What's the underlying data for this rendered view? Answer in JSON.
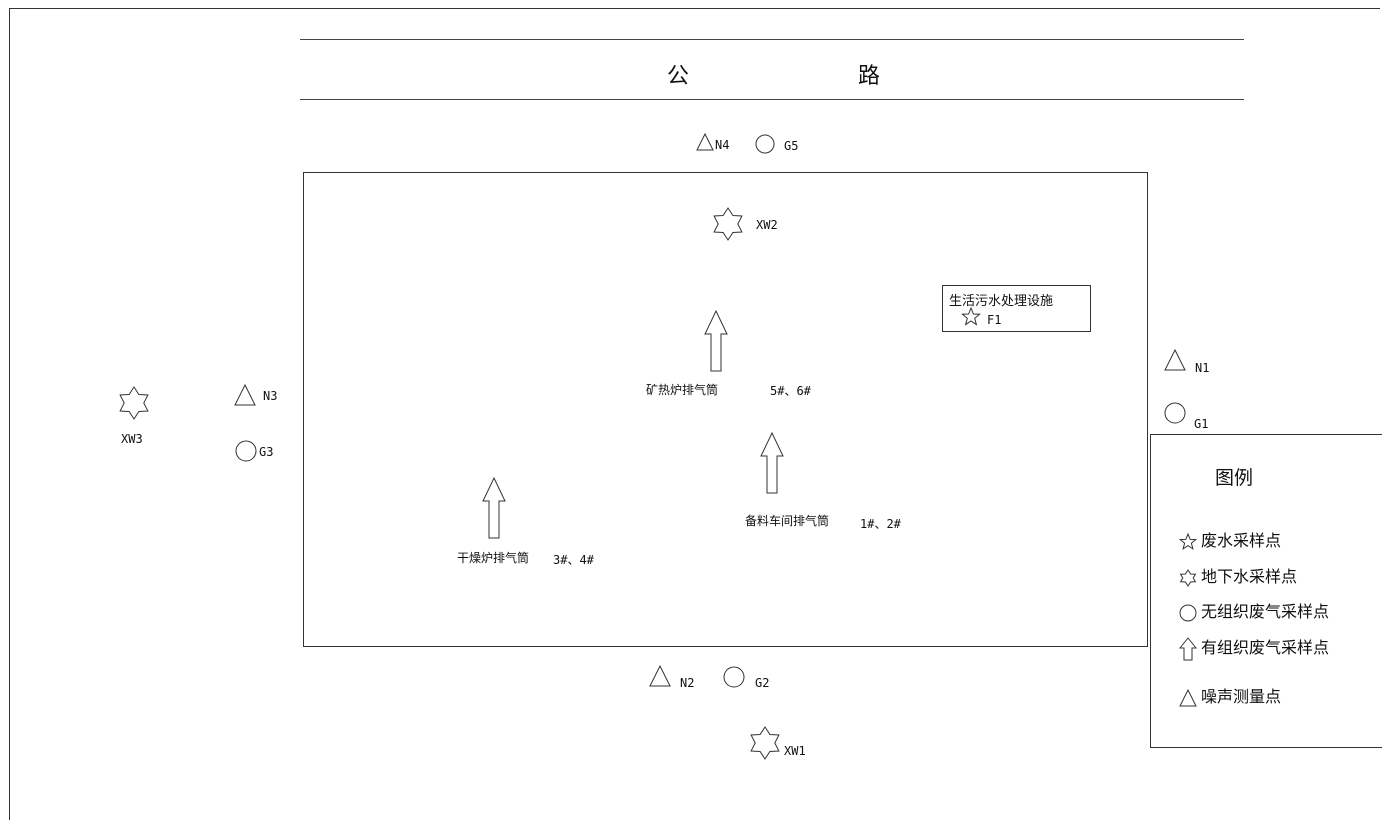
{
  "road": {
    "char1": "公",
    "char2": "路"
  },
  "facility": {
    "title": "生活污水处理设施"
  },
  "points": {
    "N4": "N4",
    "G5": "G5",
    "XW2": "XW2",
    "F1": "F1",
    "N1": "N1",
    "G1": "G1",
    "N3": "N3",
    "G3": "G3",
    "XW3": "XW3",
    "N2": "N2",
    "G2": "G2",
    "XW1": "XW1"
  },
  "stacks": {
    "s56": {
      "name": "矿热炉排气筒",
      "ids": "5#、6#"
    },
    "s12": {
      "name": "备料车间排气筒",
      "ids": "1#、2#"
    },
    "s34": {
      "name": "干燥炉排气筒",
      "ids": "3#、4#"
    }
  },
  "legend": {
    "title": "图例",
    "items": [
      "废水采样点",
      "地下水采样点",
      "无组织废气采样点",
      "有组织废气采样点",
      "噪声测量点"
    ]
  }
}
